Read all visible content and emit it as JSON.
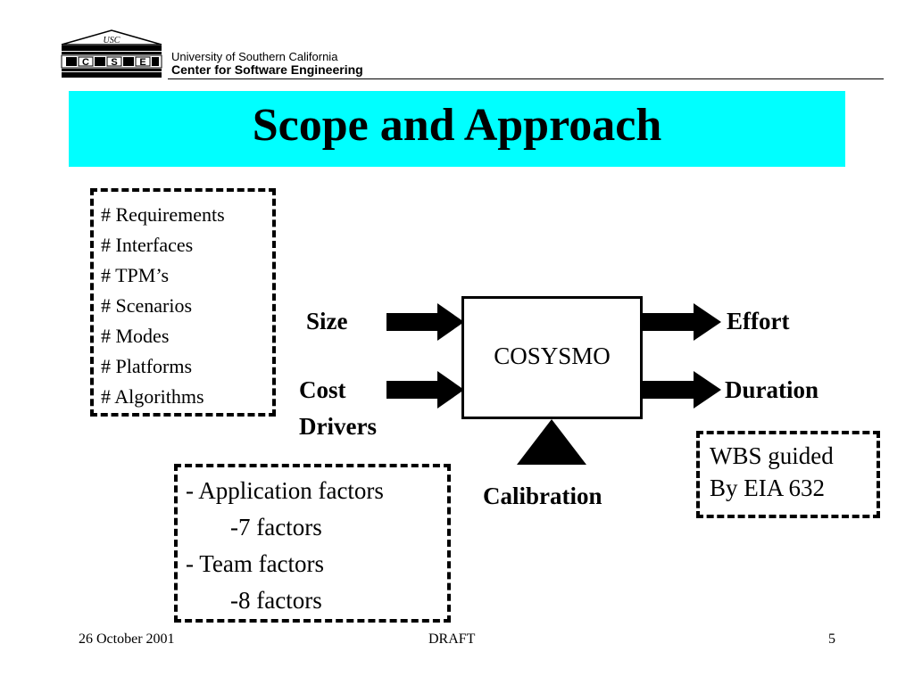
{
  "header": {
    "logo": {
      "pediment_text": "USC",
      "letters": [
        "C",
        "S",
        "E"
      ]
    },
    "org_line1": "University of Southern California",
    "org_line2": "Center for Software Engineering"
  },
  "title": "Scope and Approach",
  "size_metrics": {
    "items": [
      "# Requirements",
      "# Interfaces",
      "# TPM’s",
      "# Scenarios",
      "# Modes",
      "# Platforms",
      "# Algorithms"
    ]
  },
  "inputs": {
    "size": "Size",
    "cost_drivers_line1": "Cost",
    "cost_drivers_line2": "Drivers"
  },
  "model": {
    "name": "COSYSMO",
    "calibration": "Calibration"
  },
  "outputs": {
    "effort": "Effort",
    "duration": "Duration"
  },
  "cost_factors": {
    "line1": "- Application factors",
    "line2": "-7 factors",
    "line3": "- Team factors",
    "line4": "-8 factors"
  },
  "wbs_note": {
    "line1": "WBS guided",
    "line2": "By EIA 632"
  },
  "footer": {
    "date": "26 October 2001",
    "status": "DRAFT",
    "page": "5"
  }
}
